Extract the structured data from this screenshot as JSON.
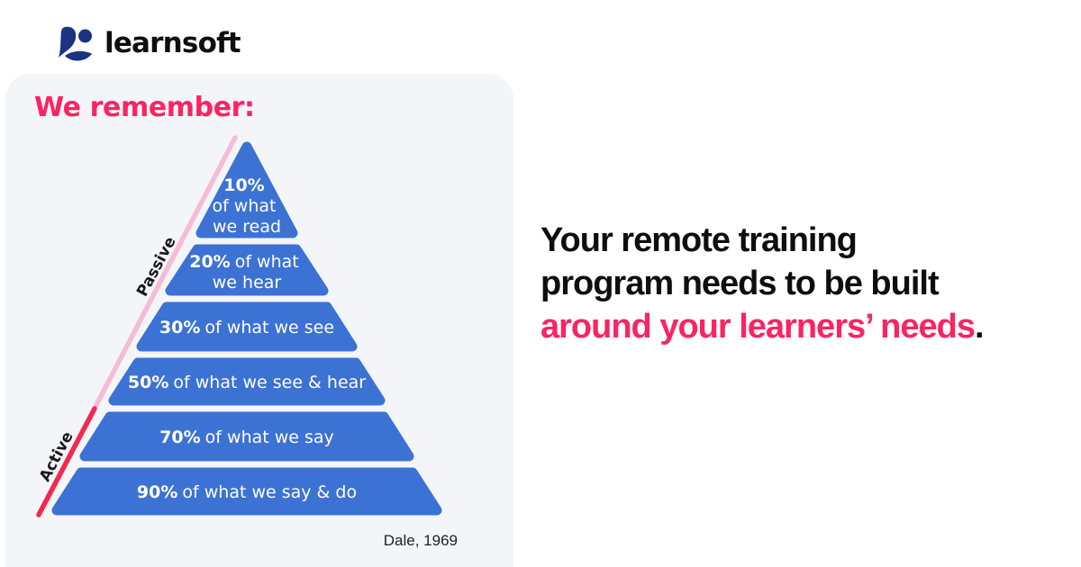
{
  "brand": {
    "name": "learnsoft"
  },
  "panel": {
    "title": "We remember:",
    "source": "Dale, 1969",
    "passive_label": "Passive",
    "active_label": "Active"
  },
  "pyramid": {
    "levels": [
      {
        "percent": "10%",
        "line1": "of what",
        "line2": "we read"
      },
      {
        "percent": "20%",
        "rest": "of what",
        "line2": "we hear"
      },
      {
        "percent": "30%",
        "rest": "of what we see"
      },
      {
        "percent": "50%",
        "rest": "of what we see & hear"
      },
      {
        "percent": "70%",
        "rest": "of what we say"
      },
      {
        "percent": "90%",
        "rest": "of what we say & do"
      }
    ]
  },
  "headline": {
    "line1": "Your remote training",
    "line2": "program needs to be built",
    "highlight": "around your learners’ needs",
    "period": "."
  },
  "colors": {
    "pyramid_blue": "#3c72d4",
    "accent_pink": "#fa2462",
    "line_pink_light": "#f6bcd7",
    "line_red": "#f3294e",
    "logo_navy": "#1b3380",
    "panel_background": "#f4f5f8",
    "text_dark": "#0e0e10"
  }
}
